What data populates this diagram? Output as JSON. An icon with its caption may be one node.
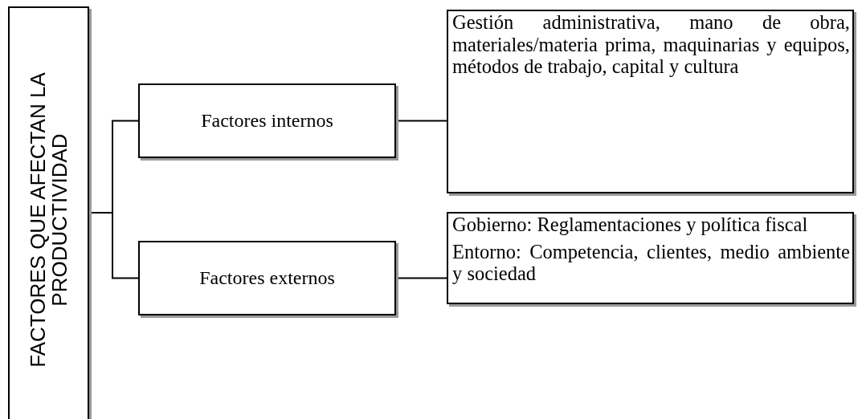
{
  "diagram": {
    "nodes": [
      {
        "text": [
          "FACTORES QUE AFECTAN LA PRODUCTIVIDAD"
        ]
      },
      {
        "text": [
          "Factores internos"
        ]
      },
      {
        "text": [
          "Factores externos"
        ]
      },
      {
        "text": [
          "Gestión administrativa, mano de obra, materiales/materia prima, maquinarias y equipos, métodos de trabajo, capital y cultura"
        ]
      },
      {
        "text": [
          "Gobierno: Reglamentaciones y política fiscal",
          "Entorno: Competencia, clientes, medio ambiente y sociedad"
        ]
      }
    ],
    "edges": [
      {
        "from": 0,
        "to": 1,
        "arrow": "none"
      },
      {
        "from": 0,
        "to": 2,
        "arrow": "none"
      },
      {
        "from": 1,
        "to": 3,
        "arrow": "none"
      },
      {
        "from": 2,
        "to": 4,
        "arrow": "none"
      }
    ]
  }
}
